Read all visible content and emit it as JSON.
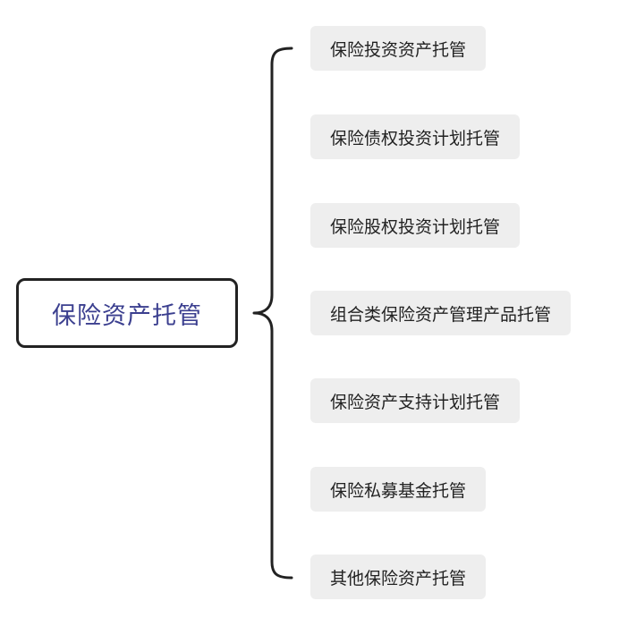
{
  "colors": {
    "root_text": "#3b3f8f",
    "root_border": "#222222",
    "child_bg": "#eeeeee",
    "child_text": "#222222",
    "connector": "#222222"
  },
  "root": {
    "label": "保险资产托管"
  },
  "children": [
    {
      "label": "保险投资资产托管"
    },
    {
      "label": "保险债权投资计划托管"
    },
    {
      "label": "保险股权投资计划托管"
    },
    {
      "label": "组合类保险资产管理产品托管"
    },
    {
      "label": "保险资产支持计划托管"
    },
    {
      "label": "保险私募基金托管"
    },
    {
      "label": "其他保险资产托管"
    }
  ]
}
